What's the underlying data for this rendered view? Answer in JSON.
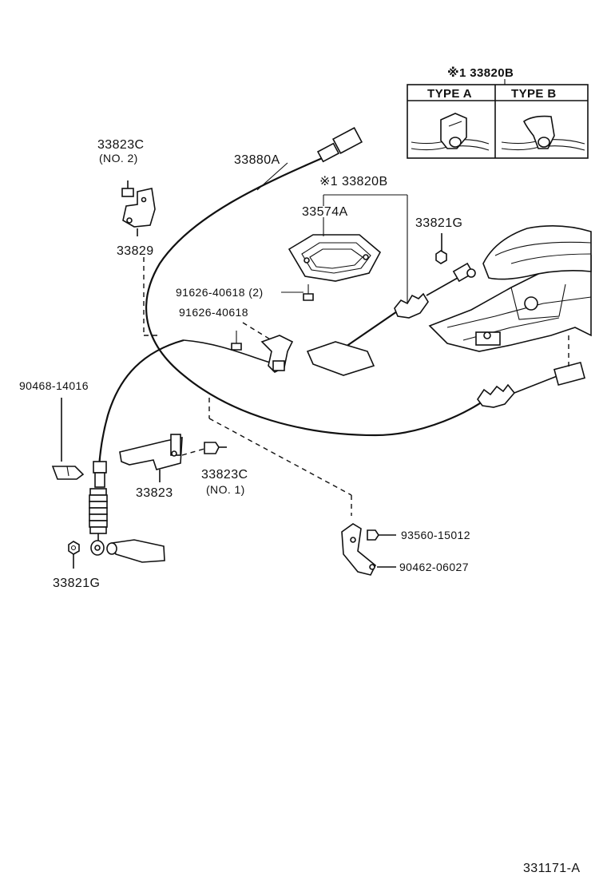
{
  "inset": {
    "title": "※1 33820B",
    "type_a": "TYPE A",
    "type_b": "TYPE B"
  },
  "labels": {
    "p33823c_no2_num": "33823C",
    "p33823c_no2_sub": "(NO. 2)",
    "p33829": "33829",
    "p33880a": "33880A",
    "p33820b": "※1 33820B",
    "p33574a": "33574A",
    "p33821g_top": "33821G",
    "p91626_40618_2": "91626-40618 (2)",
    "p91626_40618": "91626-40618",
    "p90468_14016": "90468-14016",
    "p33823c_no1_num": "33823C",
    "p33823c_no1_sub": "(NO. 1)",
    "p33823": "33823",
    "p93560_15012": "93560-15012",
    "p90462_06027": "90462-06027",
    "p33821g_bottom": "33821G",
    "figure_code": "331171-A"
  }
}
